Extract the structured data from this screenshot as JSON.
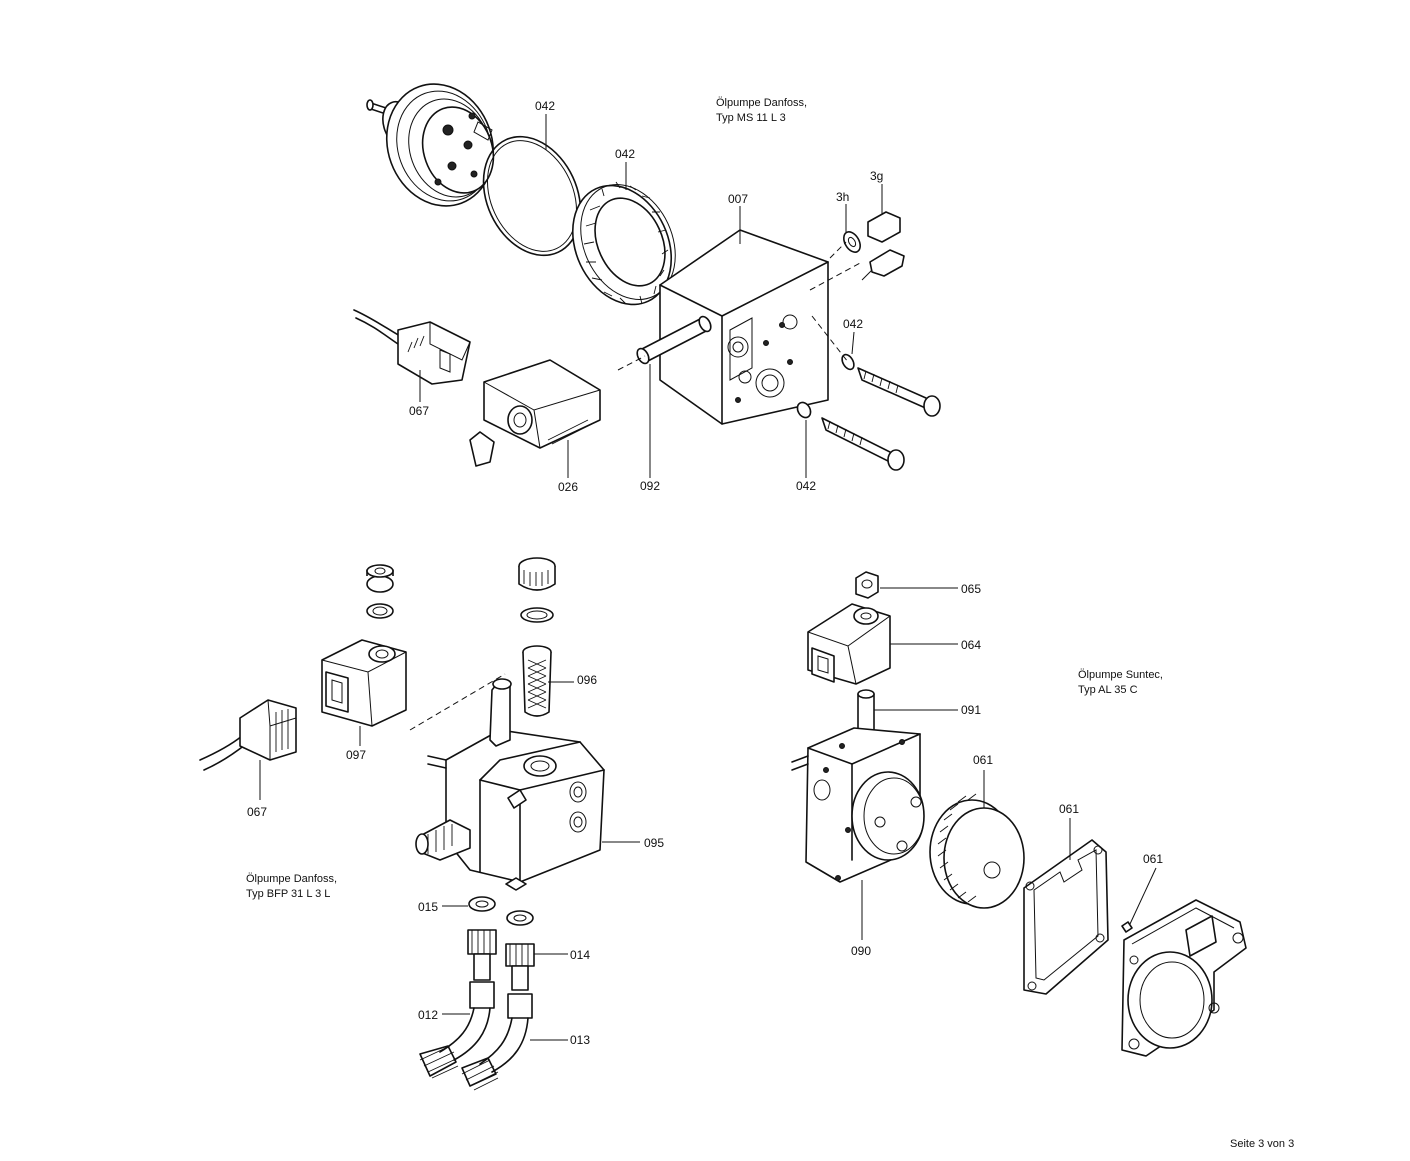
{
  "titles": {
    "top": [
      "Ölpumpe Danfoss,",
      "Typ MS 11 L 3"
    ],
    "left": [
      "Ölpumpe Danfoss,",
      "Typ BFP 31 L 3 L"
    ],
    "right": [
      "Ölpumpe Suntec,",
      "Typ AL 35 C"
    ]
  },
  "labels": {
    "top_042_ring": "042",
    "top_042_nut": "042",
    "top_007": "007",
    "top_3h": "3h",
    "top_3g": "3g",
    "top_042_washer_upper": "042",
    "top_067": "067",
    "top_026": "026",
    "top_092": "092",
    "top_042_washer_lower": "042",
    "left_096": "096",
    "left_097": "097",
    "left_067": "067",
    "left_095": "095",
    "left_015": "015",
    "left_014": "014",
    "left_012": "012",
    "left_013": "013",
    "right_065": "065",
    "right_064": "064",
    "right_091": "091",
    "right_061_filter": "061",
    "right_061_gasket": "061",
    "right_061_screw": "061",
    "right_090": "090"
  },
  "footer": "Seite 3 von 3"
}
